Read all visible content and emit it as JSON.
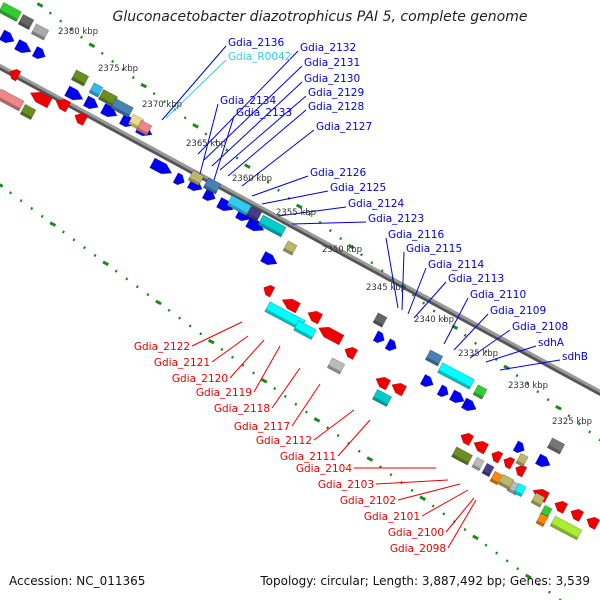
{
  "title": "Gluconacetobacter diazotrophicus PAI 5, complete genome",
  "footer": {
    "accession": "Accession: NC_011365",
    "summary": "Topology: circular; Length: 3,887,492 bp; Genes: 3,539"
  },
  "colors": {
    "forward_strand": "#0000ee",
    "reverse_strand": "#ee0000",
    "rna": "#33ccee",
    "tick": "#1a8a1a",
    "backbone": "#888888"
  },
  "scale_ticks": [
    {
      "label": "2380 kbp"
    },
    {
      "label": "2375 kbp"
    },
    {
      "label": "2370 kbp"
    },
    {
      "label": "2365 kbp"
    },
    {
      "label": "2360 kbp"
    },
    {
      "label": "2355 kbp"
    },
    {
      "label": "2350 kbp"
    },
    {
      "label": "2345 kbp"
    },
    {
      "label": "2340 kbp"
    },
    {
      "label": "2335 kbp"
    },
    {
      "label": "2330 kbp"
    },
    {
      "label": "2325 kbp"
    }
  ],
  "forward_labels": [
    {
      "name": "Gdia_2136",
      "color": "#0000dd"
    },
    {
      "name": "Gdia_R0042",
      "color": "#33ccee"
    },
    {
      "name": "Gdia_2132",
      "color": "#0000dd"
    },
    {
      "name": "Gdia_2131",
      "color": "#0000dd"
    },
    {
      "name": "Gdia_2130",
      "color": "#0000dd"
    },
    {
      "name": "Gdia_2129",
      "color": "#0000dd"
    },
    {
      "name": "Gdia_2134",
      "color": "#0000dd"
    },
    {
      "name": "Gdia_2128",
      "color": "#0000dd"
    },
    {
      "name": "Gdia_2133",
      "color": "#0000dd"
    },
    {
      "name": "Gdia_2127",
      "color": "#0000dd"
    },
    {
      "name": "Gdia_2126",
      "color": "#0000dd"
    },
    {
      "name": "Gdia_2125",
      "color": "#0000dd"
    },
    {
      "name": "Gdia_2124",
      "color": "#0000dd"
    },
    {
      "name": "Gdia_2123",
      "color": "#0000dd"
    },
    {
      "name": "Gdia_2116",
      "color": "#0000dd"
    },
    {
      "name": "Gdia_2115",
      "color": "#0000dd"
    },
    {
      "name": "Gdia_2114",
      "color": "#0000dd"
    },
    {
      "name": "Gdia_2113",
      "color": "#0000dd"
    },
    {
      "name": "Gdia_2110",
      "color": "#0000dd"
    },
    {
      "name": "Gdia_2109",
      "color": "#0000dd"
    },
    {
      "name": "Gdia_2108",
      "color": "#0000dd"
    },
    {
      "name": "sdhA",
      "color": "#0000dd"
    },
    {
      "name": "sdhB",
      "color": "#0000dd"
    }
  ],
  "reverse_labels": [
    {
      "name": "Gdia_2122",
      "color": "#ee0000"
    },
    {
      "name": "Gdia_2121",
      "color": "#ee0000"
    },
    {
      "name": "Gdia_2120",
      "color": "#ee0000"
    },
    {
      "name": "Gdia_2119",
      "color": "#ee0000"
    },
    {
      "name": "Gdia_2118",
      "color": "#ee0000"
    },
    {
      "name": "Gdia_2117",
      "color": "#ee0000"
    },
    {
      "name": "Gdia_2112",
      "color": "#ee0000"
    },
    {
      "name": "Gdia_2111",
      "color": "#ee0000"
    },
    {
      "name": "Gdia_2104",
      "color": "#ee0000"
    },
    {
      "name": "Gdia_2103",
      "color": "#ee0000"
    },
    {
      "name": "Gdia_2102",
      "color": "#ee0000"
    },
    {
      "name": "Gdia_2101",
      "color": "#ee0000"
    },
    {
      "name": "Gdia_2100",
      "color": "#ee0000"
    },
    {
      "name": "Gdia_2098",
      "color": "#ee0000"
    }
  ]
}
